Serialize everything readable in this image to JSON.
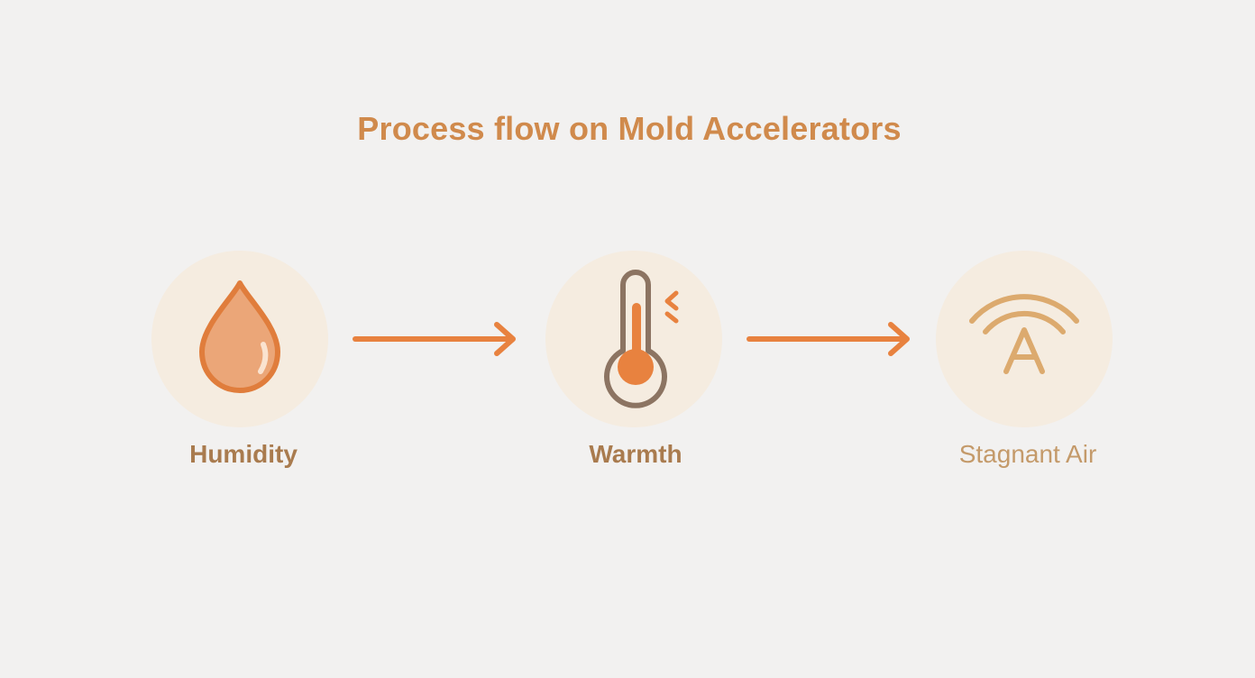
{
  "title": "Process flow on Mold Accelerators",
  "steps": [
    {
      "label": "Humidity",
      "icon": "water-drop-icon"
    },
    {
      "label": "Warmth",
      "icon": "thermometer-icon"
    },
    {
      "label": "Stagnant Air",
      "icon": "air-signal-icon"
    }
  ],
  "colors": {
    "title": "#d08a4c",
    "accent": "#e8823f",
    "circle": "#f5ece0",
    "label": "#a97b4e",
    "label_light": "#c49a6a",
    "background": "#f2f1f0"
  }
}
